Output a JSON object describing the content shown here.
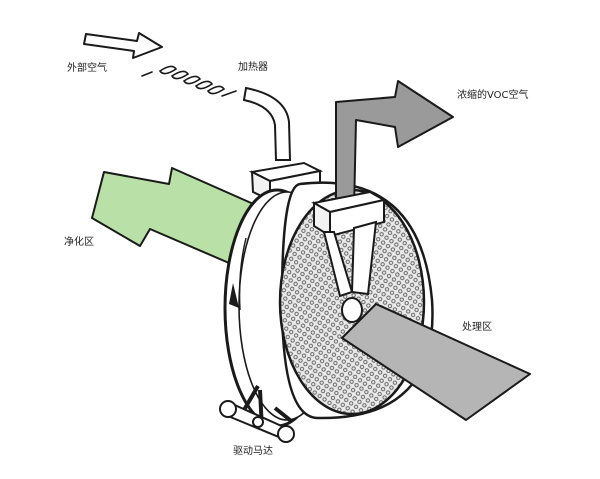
{
  "labels": {
    "outside_air": "外部空气",
    "heater": "加热器",
    "voc_air": "浓缩的VOC空气",
    "purified_zone": "净化区",
    "process_zone": "处理区",
    "drive_motor": "驱动马达"
  },
  "colors": {
    "outline": "#1a1a1a",
    "purified_arrow": "#b9e0a6",
    "process_air": "#b5b5b5",
    "voc_duct": "#9a9a9a",
    "honeycomb": "#7a7a7a"
  }
}
